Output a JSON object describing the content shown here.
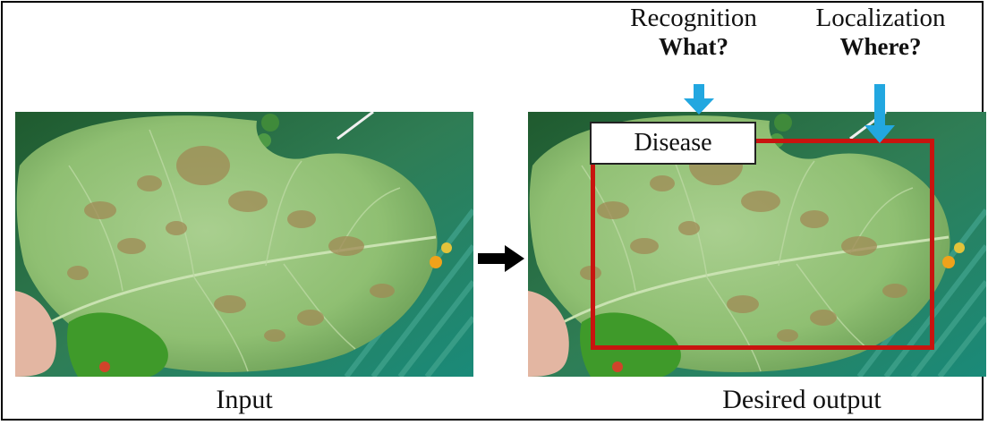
{
  "labels": {
    "input_caption": "Input",
    "output_caption": "Desired output",
    "recognition_title": "Recognition",
    "recognition_question": "What?",
    "localization_title": "Localization",
    "localization_question": "Where?",
    "detection_label": "Disease"
  },
  "colors": {
    "bounding_box": "#c8140f",
    "pointer_arrow": "#22a7e0",
    "flow_arrow": "#000000"
  },
  "icons": [
    "right-arrow-icon",
    "down-arrow-icon"
  ]
}
